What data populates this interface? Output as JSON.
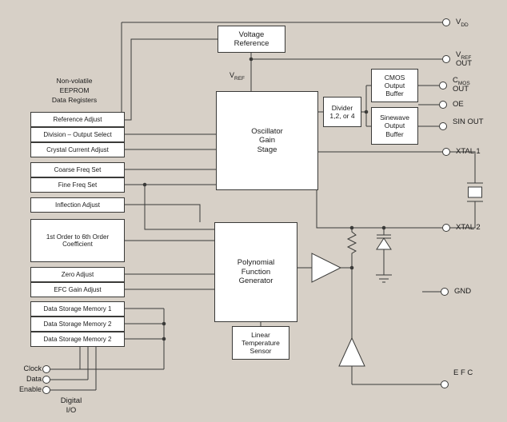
{
  "colors": {
    "background": "#d7d0c7",
    "line": "#3a3a38",
    "box_fill": "#ffffff"
  },
  "registers": {
    "heading": "Non-volatile\nEEPROM\nData Registers",
    "items": [
      {
        "label": "Reference Adjust"
      },
      {
        "label": "Division – Output Select"
      },
      {
        "label": "Crystal Current Adjust"
      },
      {
        "label": "Coarse Freq Set"
      },
      {
        "label": "Fine Freq Set"
      },
      {
        "label": "Inflection Adjust"
      },
      {
        "label": "1st Order to 6th Order\nCoefficient"
      },
      {
        "label": "Zero Adjust"
      },
      {
        "label": "EFC Gain Adjust"
      },
      {
        "label": "Data Storage Memory 1"
      },
      {
        "label": "Data Storage Memory 2"
      },
      {
        "label": "Data Storage Memory 2"
      }
    ]
  },
  "blocks": {
    "voltage_reference": "Voltage\nReference",
    "oscillator_gain_stage": "Oscillator\nGain\nStage",
    "divider": "Divider\n1,2, or 4",
    "cmos_output_buffer": "CMOS\nOutput\nBuffer",
    "sinewave_output_buffer": "Sinewave\nOutput\nBuffer",
    "polynomial_function_generator": "Polynomial\nFunction\nGenerator",
    "linear_temperature_sensor": "Linear\nTemperature\nSensor"
  },
  "net_labels": {
    "vref": {
      "main": "V",
      "sub": "REF"
    }
  },
  "pins": {
    "vdd": {
      "main": "V",
      "sub": "DD"
    },
    "vref_out": {
      "main": "V",
      "sub": "REF",
      "line2": "OUT"
    },
    "cmos_out": {
      "main": "C",
      "sub": "MOS",
      "line2": "OUT"
    },
    "oe": {
      "label": "OE"
    },
    "sin_out": {
      "label": "SIN\nOUT"
    },
    "xtal1": {
      "label": "XTAL 1"
    },
    "xtal2": {
      "label": "XTAL 2"
    },
    "gnd": {
      "label": "GND"
    },
    "efc": {
      "label": "E\nF\nC"
    },
    "clock": {
      "label": "Clock"
    },
    "data": {
      "label": "Data"
    },
    "enable": {
      "label": "Enable"
    },
    "digital_io": {
      "label": "Digital\nI/O"
    }
  }
}
